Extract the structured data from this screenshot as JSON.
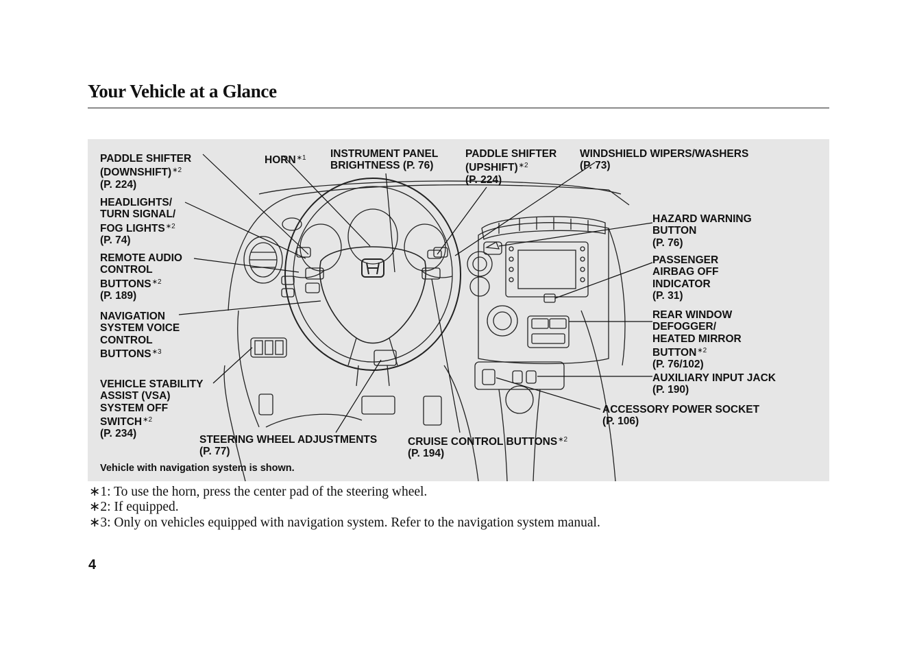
{
  "page": {
    "title": "Your Vehicle at a Glance",
    "page_number": "4"
  },
  "figure": {
    "caption": "Vehicle with navigation system is shown.",
    "labels": {
      "paddle_down": [
        "PADDLE SHIFTER",
        "(DOWNSHIFT)",
        "(P. 224)"
      ],
      "paddle_down_sup": "∗2",
      "horn": "HORN",
      "horn_sup": "∗1",
      "brightness": [
        "INSTRUMENT PANEL",
        "BRIGHTNESS (P. 76)"
      ],
      "paddle_up": [
        "PADDLE SHIFTER",
        "(UPSHIFT)",
        "(P. 224)"
      ],
      "paddle_up_sup": "∗2",
      "wipers": [
        "WINDSHIELD WIPERS/WASHERS",
        "(P. 73)"
      ],
      "headlights": [
        "HEADLIGHTS/",
        "TURN SIGNAL/",
        "FOG LIGHTS",
        "(P. 74)"
      ],
      "headlights_sup": "∗2",
      "audio": [
        "REMOTE AUDIO",
        "CONTROL",
        "BUTTONS",
        "(P. 189)"
      ],
      "audio_sup": "∗2",
      "nav_voice": [
        "NAVIGATION",
        "SYSTEM VOICE",
        "CONTROL",
        "BUTTONS"
      ],
      "nav_voice_sup": "∗3",
      "vsa": [
        "VEHICLE STABILITY",
        "ASSIST (VSA)",
        "SYSTEM OFF",
        "SWITCH",
        "(P. 234)"
      ],
      "vsa_sup": "∗2",
      "steering_adj": [
        "STEERING WHEEL ADJUSTMENTS",
        "(P. 77)"
      ],
      "cruise": [
        "CRUISE CONTROL BUTTONS",
        "(P. 194)"
      ],
      "cruise_sup": "∗2",
      "hazard": [
        "HAZARD WARNING",
        "BUTTON",
        "(P. 76)"
      ],
      "airbag": [
        "PASSENGER",
        "AIRBAG OFF",
        "INDICATOR",
        "(P. 31)"
      ],
      "defogger": [
        "REAR WINDOW",
        "DEFOGGER/",
        "HEATED MIRROR",
        "BUTTON",
        "(P. 76/102)"
      ],
      "defogger_sup": "∗2",
      "aux": [
        "AUXILIARY INPUT JACK",
        "(P. 190)"
      ],
      "accessory": [
        "ACCESSORY POWER SOCKET",
        "(P. 106)"
      ]
    }
  },
  "footnotes": [
    "∗1: To use the horn, press the center pad of the steering wheel.",
    "∗2: If equipped.",
    "∗3: Only on vehicles equipped with navigation system. Refer to the navigation system manual."
  ]
}
